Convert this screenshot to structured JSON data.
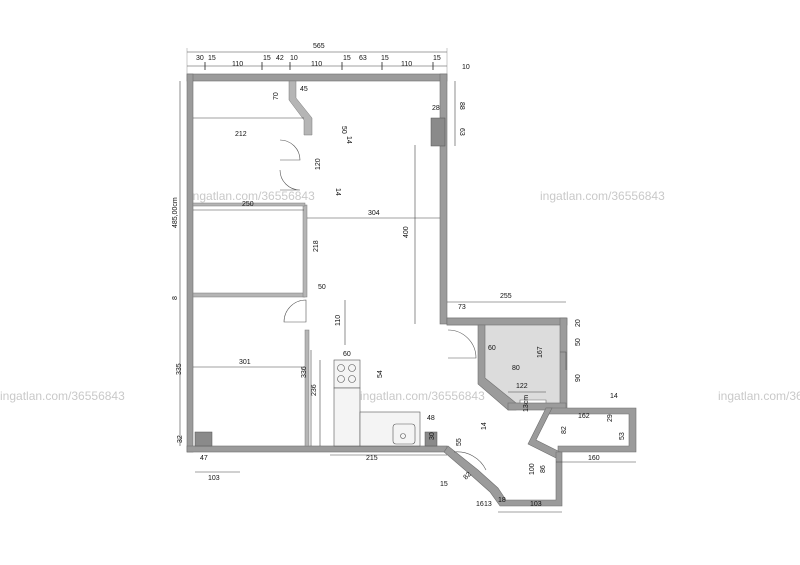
{
  "watermark": "ingatlan.com/36556843",
  "dimensions": {
    "total_width": "565",
    "top_30": "30",
    "top_15a": "15",
    "top_110a": "110",
    "top_15b": "15",
    "top_42": "42",
    "top_10a": "10",
    "top_110b": "110",
    "top_15c": "15",
    "top_63": "63",
    "top_15d": "15",
    "top_110c": "110",
    "top_15e": "15",
    "top_10b": "10",
    "right_88": "88",
    "right_63": "63",
    "col_28": "28",
    "d70": "70",
    "d45": "45",
    "d50a": "50",
    "d14a": "14",
    "d120": "120",
    "d14b": "14",
    "d212": "212",
    "total_height": "485,00cm",
    "d250": "250",
    "d304": "304",
    "d218": "218",
    "d400": "400",
    "d50b": "50",
    "d73": "73",
    "d255": "255",
    "d8": "8",
    "d110": "110",
    "d60a": "60",
    "d167": "167",
    "d20": "20",
    "d50c": "50",
    "d60b": "60",
    "d80": "80",
    "d90": "90",
    "d122": "122",
    "d301": "301",
    "d335": "335",
    "d336": "336",
    "d236": "236",
    "d54": "54",
    "d13": "13cm",
    "d162": "162",
    "d14c": "14",
    "d29": "29",
    "d82": "82",
    "d53": "53",
    "d48": "48",
    "d14d": "14",
    "d32": "32",
    "d30": "30",
    "d55": "55",
    "d160": "160",
    "d47": "47",
    "d215": "215",
    "d100": "100",
    "d86": "86",
    "d103a": "103",
    "d103b": "103",
    "d15": "15",
    "d82b": "82",
    "d16": "16",
    "d13b": "13",
    "d18": "18"
  }
}
